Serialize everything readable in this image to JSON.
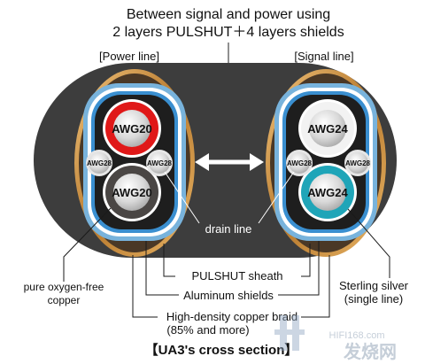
{
  "header": {
    "line1": "Between signal and power using",
    "line2": "2 layers PULSHUT＋4 layers shields"
  },
  "sections": {
    "power": "[Power line]",
    "signal": "[Signal line]"
  },
  "power_cable": {
    "top_conductor": "AWG20",
    "bottom_conductor": "AWG20",
    "drain_left": "AWG28",
    "drain_right": "AWG28",
    "top_color": "#e01818",
    "bottom_color": "#4a4644"
  },
  "signal_cable": {
    "top_conductor": "AWG24",
    "bottom_conductor": "AWG24",
    "drain_left": "AWG28",
    "drain_right": "AWG28",
    "top_color": "#f2f2f2",
    "bottom_color": "#1fa5b8"
  },
  "callouts": {
    "drain_line": "drain line",
    "pulshut_sheath": "PULSHUT sheath",
    "aluminum_shields": "Aluminum shields",
    "pure_copper_1": "pure oxygen-free",
    "pure_copper_2": "copper",
    "braid_1": "High-density copper braid",
    "braid_2": "(85% and more)",
    "silver_1": "Sterling silver",
    "silver_2": "(single line)"
  },
  "caption": "【UA3's cross section】",
  "watermark": {
    "site": "HIFI168.com",
    "brand": "发烧网"
  }
}
